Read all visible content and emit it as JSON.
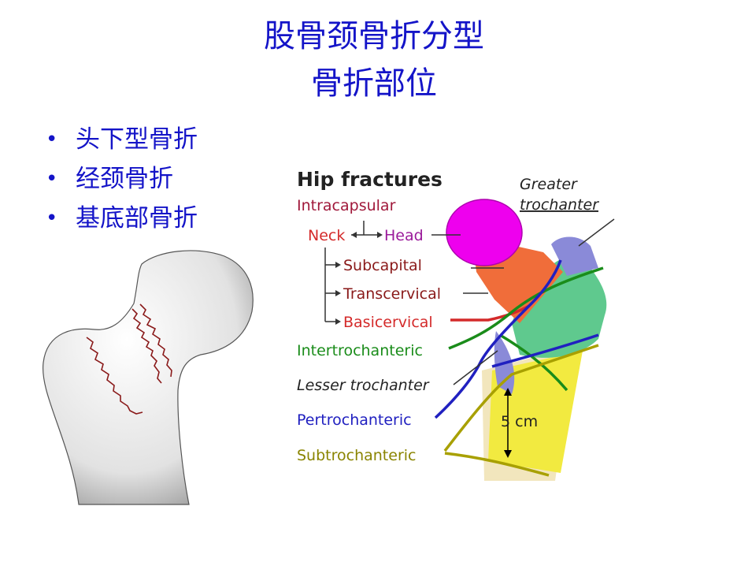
{
  "slide": {
    "title_line1": "股骨颈骨折分型",
    "title_line2": "骨折部位",
    "bullets": [
      "头下型骨折",
      "经颈骨折",
      "基底部骨折"
    ]
  },
  "diagram": {
    "heading": "Hip fractures",
    "labels": {
      "intracapsular": "Intracapsular",
      "neck": "Neck",
      "head": "Head",
      "subcapital": "Subcapital",
      "transcervical": "Transcervical",
      "basicervical": "Basicervical",
      "intertrochanteric": "Intertrochanteric",
      "lesser_trochanter": "Lesser trochanter",
      "pertrochanteric": "Pertrochanteric",
      "subtrochanteric": "Subtrochanteric",
      "greater_trochanter_1": "Greater",
      "greater_trochanter_2": "trochanter",
      "distance": "5 cm"
    },
    "colors": {
      "title_blue": "#1414c8",
      "intracapsular_red": "#d42a2a",
      "head_magenta": "#ee00ee",
      "intertrochanteric_green": "#1a8c1a",
      "pertrochanteric_blue": "#2020c0",
      "subtrochanteric_olive": "#a8a000",
      "fracture_line": "#8a1a1a"
    }
  }
}
